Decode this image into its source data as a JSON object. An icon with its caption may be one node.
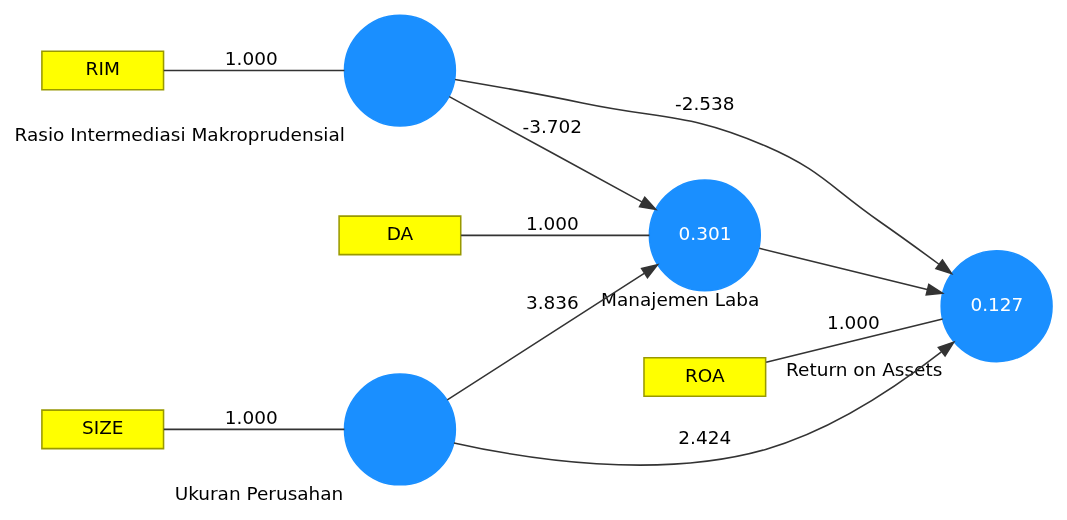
{
  "diagram": {
    "nodes": [
      {
        "text": [
          "RIM"
        ]
      },
      {
        "text": [],
        "shape": "circle",
        "beside": [
          "Rasio Intermediasi Makroprudensial"
        ]
      },
      {
        "text": [
          "DA"
        ]
      },
      {
        "text": [
          "0.301"
        ],
        "beside": [
          "Manajemen Laba"
        ]
      },
      {
        "text": [
          "ROA"
        ]
      },
      {
        "text": [
          "0.127"
        ],
        "beside": [
          "Return on Assets"
        ]
      },
      {
        "text": [
          "SIZE"
        ]
      },
      {
        "text": [],
        "shape": "circle",
        "beside": [
          "Ukuran Perusahan"
        ]
      }
    ],
    "edges": [
      {
        "from": 0,
        "to": 1,
        "arrow": "none",
        "label": "1.000"
      },
      {
        "from": 1,
        "to": 3,
        "arrow": "to",
        "label": "-3.702"
      },
      {
        "from": 1,
        "to": 5,
        "arrow": "to",
        "label": "-2.538"
      },
      {
        "from": 2,
        "to": 3,
        "arrow": "none",
        "label": "1.000"
      },
      {
        "from": 3,
        "to": 5,
        "arrow": "to"
      },
      {
        "from": 4,
        "to": 5,
        "arrow": "none",
        "label": "1.000"
      },
      {
        "from": 6,
        "to": 7,
        "arrow": "none",
        "label": "1.000"
      },
      {
        "from": 7,
        "to": 3,
        "arrow": "to",
        "label": "3.836"
      },
      {
        "from": 7,
        "to": 5,
        "arrow": "to",
        "label": "2.424"
      }
    ]
  }
}
